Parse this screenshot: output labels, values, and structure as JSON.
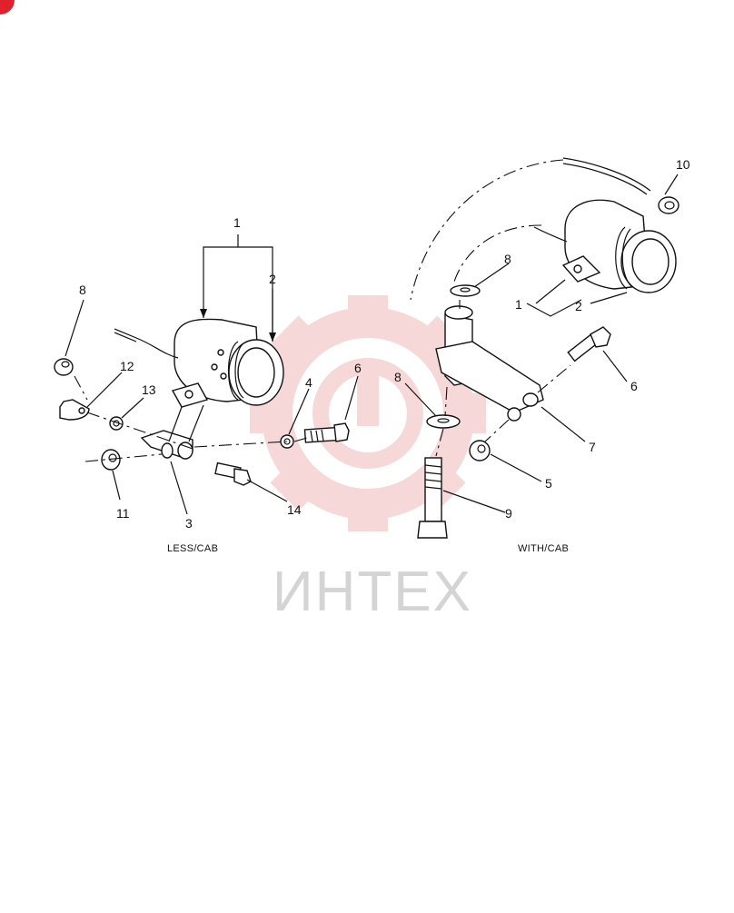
{
  "callouts": {
    "left": {
      "n1": "1",
      "n2": "2",
      "n8": "8",
      "n12": "12",
      "n13": "13",
      "n4": "4",
      "n6": "6",
      "n11": "11",
      "n3": "3",
      "n14": "14"
    },
    "right": {
      "n10": "10",
      "n8a": "8",
      "n1": "1",
      "n2": "2",
      "n6": "6",
      "n8b": "8",
      "n7": "7",
      "n5": "5",
      "n9": "9"
    }
  },
  "captions": {
    "left": "LESS/CAB",
    "right": "WITH/CAB"
  },
  "watermark": {
    "text": "ИНТЕХ",
    "color": "#f2b9bb"
  },
  "colors": {
    "corner_badge": "#e0202a",
    "ink": "#111111"
  },
  "icons": [
    "gear-logo-icon"
  ]
}
